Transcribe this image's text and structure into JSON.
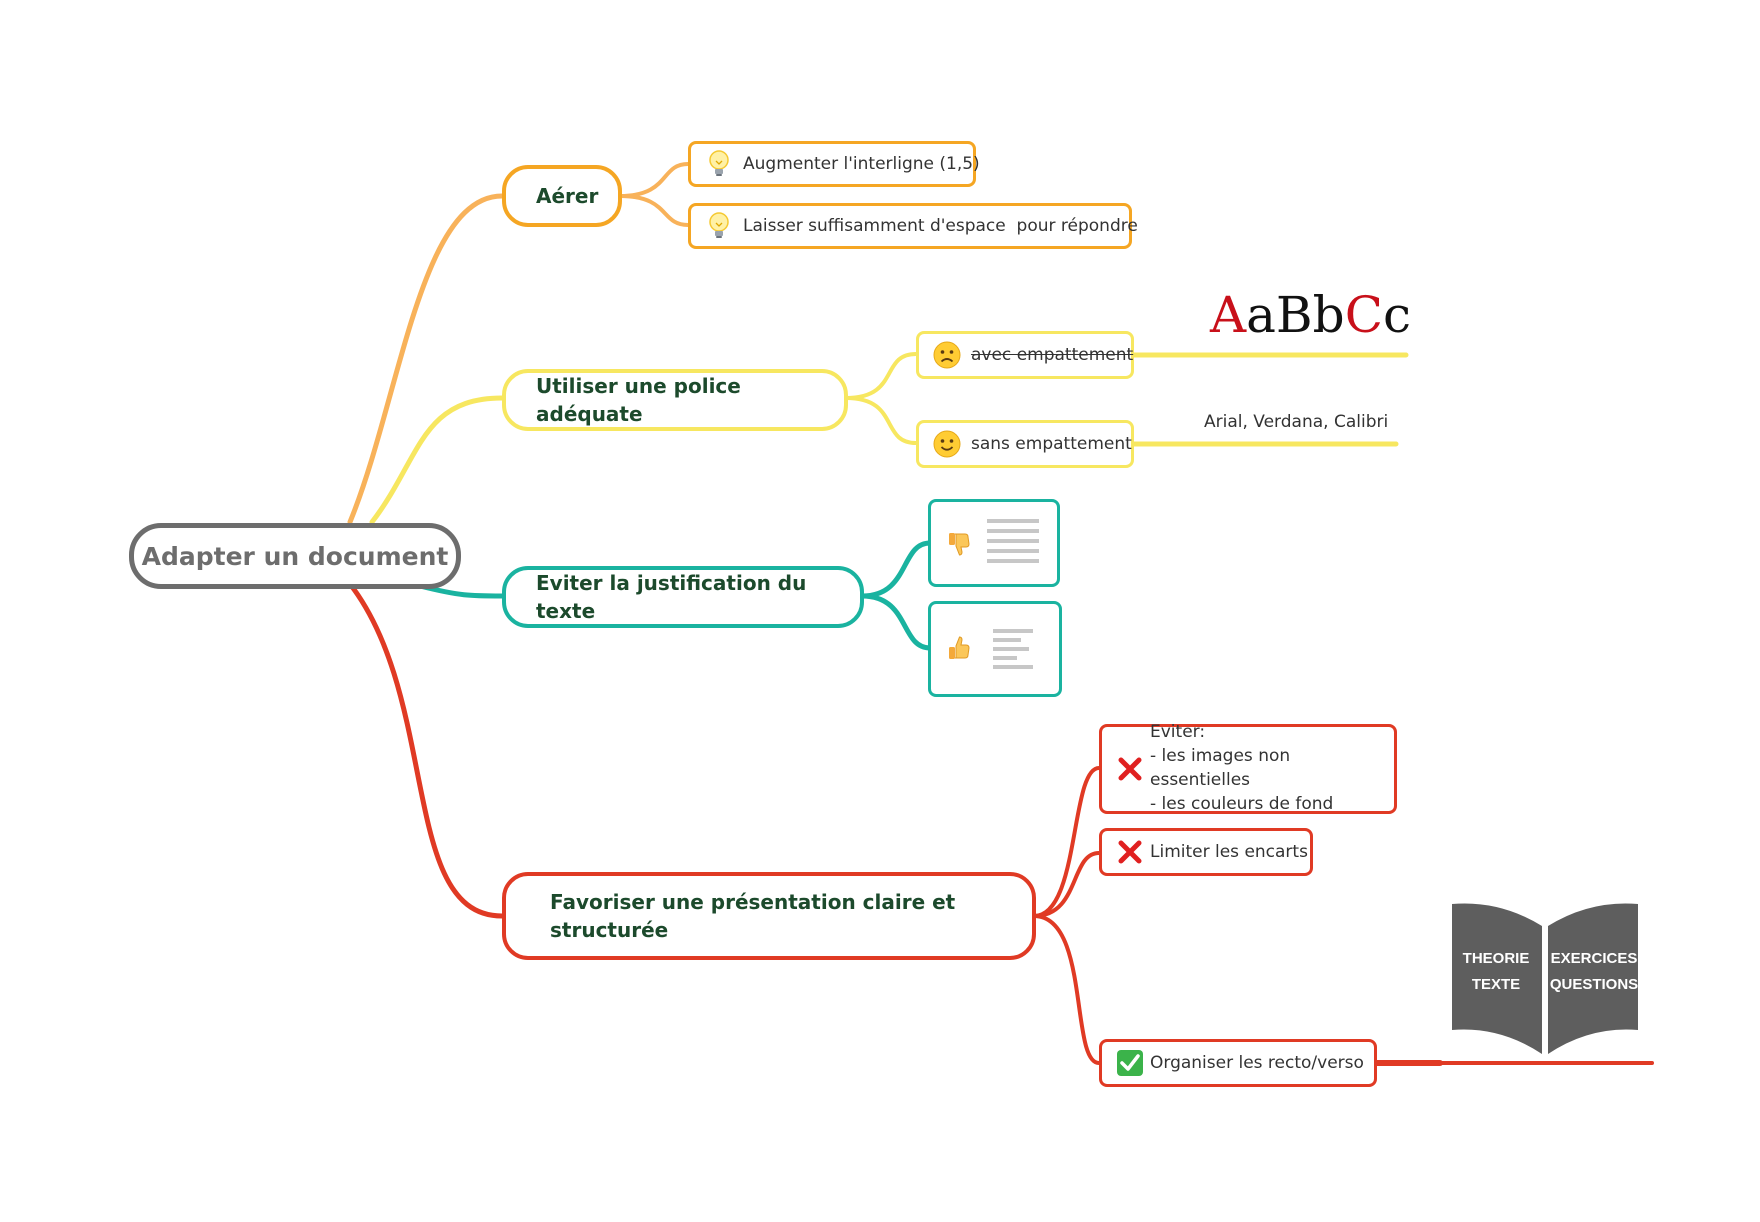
{
  "root": {
    "label": "Adapter un document"
  },
  "branches": {
    "aerer": {
      "label": "Aérer",
      "color": "#f5a623",
      "leaves": [
        "Augmenter l'interligne (1,5)",
        "Laisser suffisamment d'espace  pour répondre"
      ],
      "leaf_icon": "lightbulb-icon"
    },
    "police": {
      "label": "Utiliser une police adéquate",
      "color": "#f7dc4f",
      "leaf_avec": {
        "label": "avec empattement",
        "icon": "frowning-face-icon"
      },
      "leaf_sans": {
        "label": "sans empattement",
        "icon": "smiling-face-icon"
      },
      "serif_sample": {
        "A": "A",
        "a": "a",
        "B": "B",
        "b": "b",
        "C": "C",
        "c": "c"
      },
      "sans_fonts": "Arial, Verdana, Calibri"
    },
    "justification": {
      "label": "Eviter la justification du texte",
      "color": "#1ab3a0",
      "leaf_bad_icon": "thumbs-down-icon",
      "leaf_good_icon": "thumbs-up-icon"
    },
    "presentation": {
      "label": "Favoriser une présentation claire et structurée",
      "color": "#e03a24",
      "leaf_eviter": {
        "line1": "Eviter:",
        "line2": "- les images non essentielles",
        "line3": "- les couleurs de fond",
        "icon": "cross-mark-icon"
      },
      "leaf_encarts": {
        "label": "Limiter les encarts",
        "icon": "cross-mark-icon"
      },
      "leaf_recto": {
        "label": "Organiser les recto/verso",
        "icon": "check-mark-icon"
      },
      "book": {
        "left_line1": "THEORIE",
        "left_line2": "TEXTE",
        "right_line1": "EXERCICES",
        "right_line2": "QUESTIONS"
      }
    }
  }
}
